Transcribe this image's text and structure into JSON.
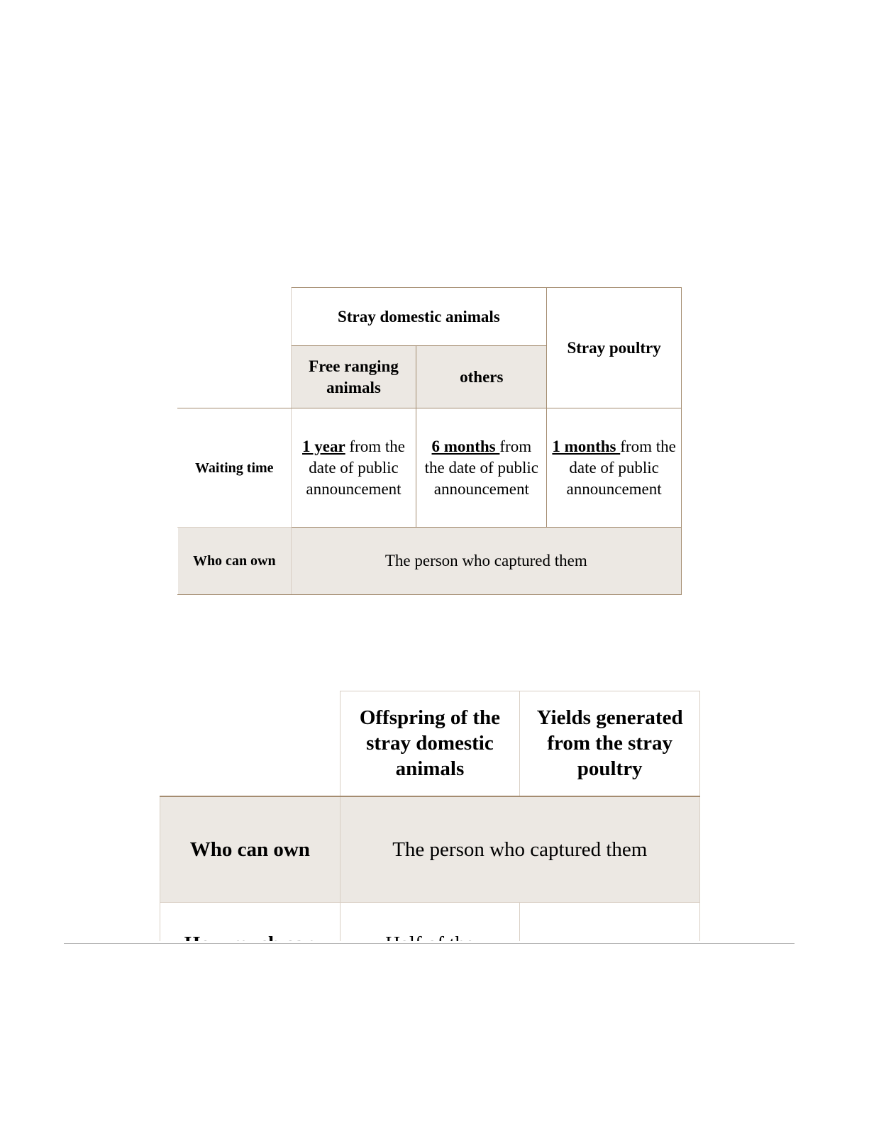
{
  "table1": {
    "group_header": "Stray domestic animals",
    "poultry_header": "Stray poultry",
    "sub_free": "Free ranging animals",
    "sub_others": "others",
    "row_wait_label": "Waiting time",
    "wait_free_em": "1 year",
    "wait_free_rest": " from the date of public announcement",
    "wait_others_em": "6 months ",
    "wait_others_rest": "from the date of public announcement",
    "wait_poultry_em": "1 months ",
    "wait_poultry_rest": "from the date of public announcement",
    "row_own_label": "Who can own",
    "own_value": "The person who captured them"
  },
  "table2": {
    "col_offspring": "Offspring of the stray domestic animals",
    "col_yields": "Yields generated from the stray poultry",
    "row_own_label": "Who can own",
    "own_value": "The person who captured them",
    "row_howmuch_label": "How much can",
    "howmuch_offspring": "Half of the"
  }
}
